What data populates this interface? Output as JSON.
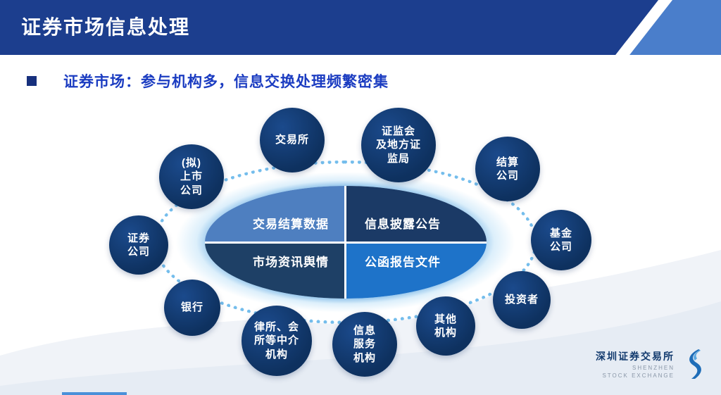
{
  "header": {
    "title": "证券市场信息处理"
  },
  "subtitle": {
    "text": "证券市场：参与机构多，信息交换处理频繁密集"
  },
  "diagram": {
    "quadrants": [
      {
        "id": "trade-settlement-data",
        "label": "交易结算数据"
      },
      {
        "id": "info-disclosure",
        "label": "信息披露公告"
      },
      {
        "id": "market-news",
        "label": "市场资讯舆情"
      },
      {
        "id": "official-reports",
        "label": "公函报告文件"
      }
    ],
    "nodes": [
      {
        "id": "exchange",
        "label": "交易所"
      },
      {
        "id": "csrc-local-bureaus",
        "label": "证监会\n及地方证\n监局"
      },
      {
        "id": "clearing-company",
        "label": "结算\n公司"
      },
      {
        "id": "fund-company",
        "label": "基金\n公司"
      },
      {
        "id": "investors",
        "label": "投资者"
      },
      {
        "id": "other-institutions",
        "label": "其他\n机构"
      },
      {
        "id": "info-service-institutions",
        "label": "信息\n服务\n机构"
      },
      {
        "id": "law-accounting-intermediaries",
        "label": "律所、会\n所等中介\n机构"
      },
      {
        "id": "banks",
        "label": "银行"
      },
      {
        "id": "securities-company",
        "label": "证券\n公司"
      },
      {
        "id": "pre-listed-company",
        "label": "(拟)\n上市\n公司"
      }
    ]
  },
  "footer": {
    "logo_cn": "深圳证券交易所",
    "logo_en_line1": "SHENZHEN",
    "logo_en_line2": "STOCK EXCHANGE"
  },
  "colors": {
    "header_bg": "#1c3e8e",
    "header_deco": "#4a7ecb",
    "subtitle_text": "#1b3cc1",
    "node_navy": "#0e315f",
    "quad_tl": "#4e7fc0",
    "quad_tr": "#1b3a66",
    "quad_bl": "#1e4066",
    "quad_br": "#1e73c9",
    "ring_dotted": "#74bdec"
  }
}
